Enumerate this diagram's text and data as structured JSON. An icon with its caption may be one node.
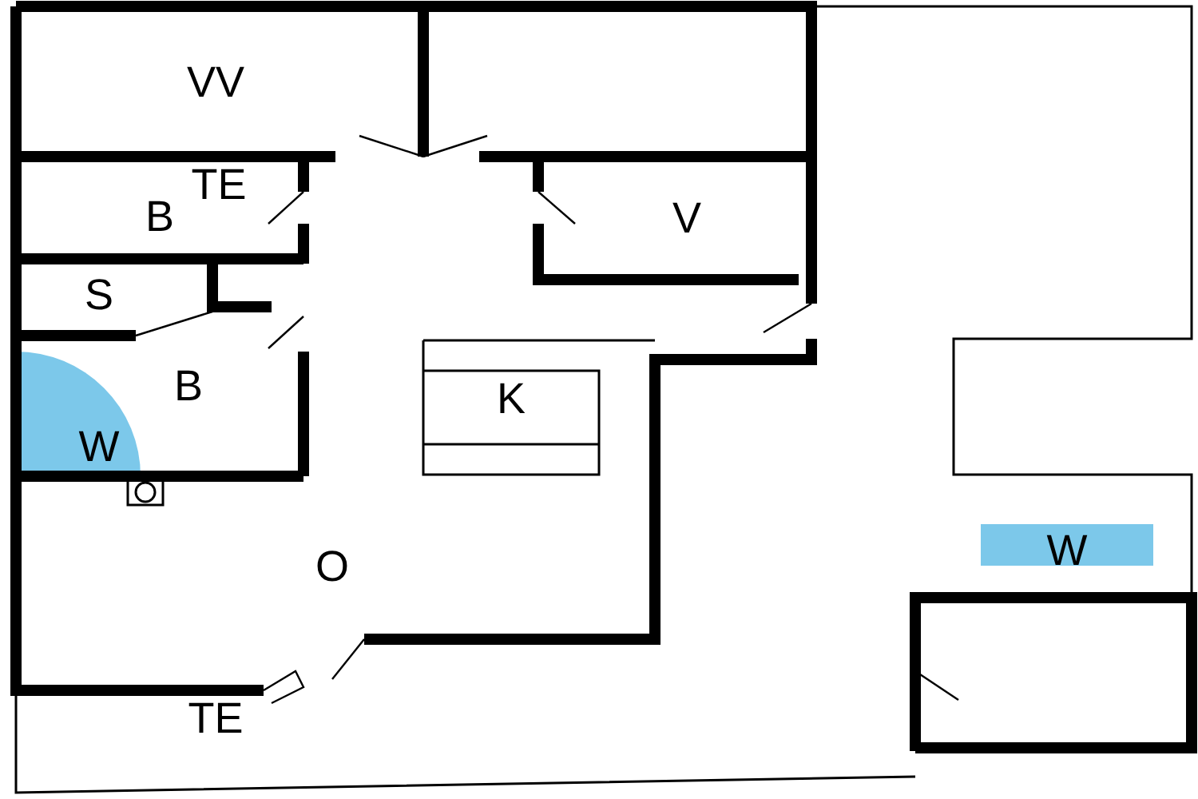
{
  "diagram": {
    "labels": [
      "VV",
      "TE",
      "B",
      "V",
      "S",
      "B",
      "K",
      "W",
      "O",
      "W",
      "TE"
    ]
  }
}
